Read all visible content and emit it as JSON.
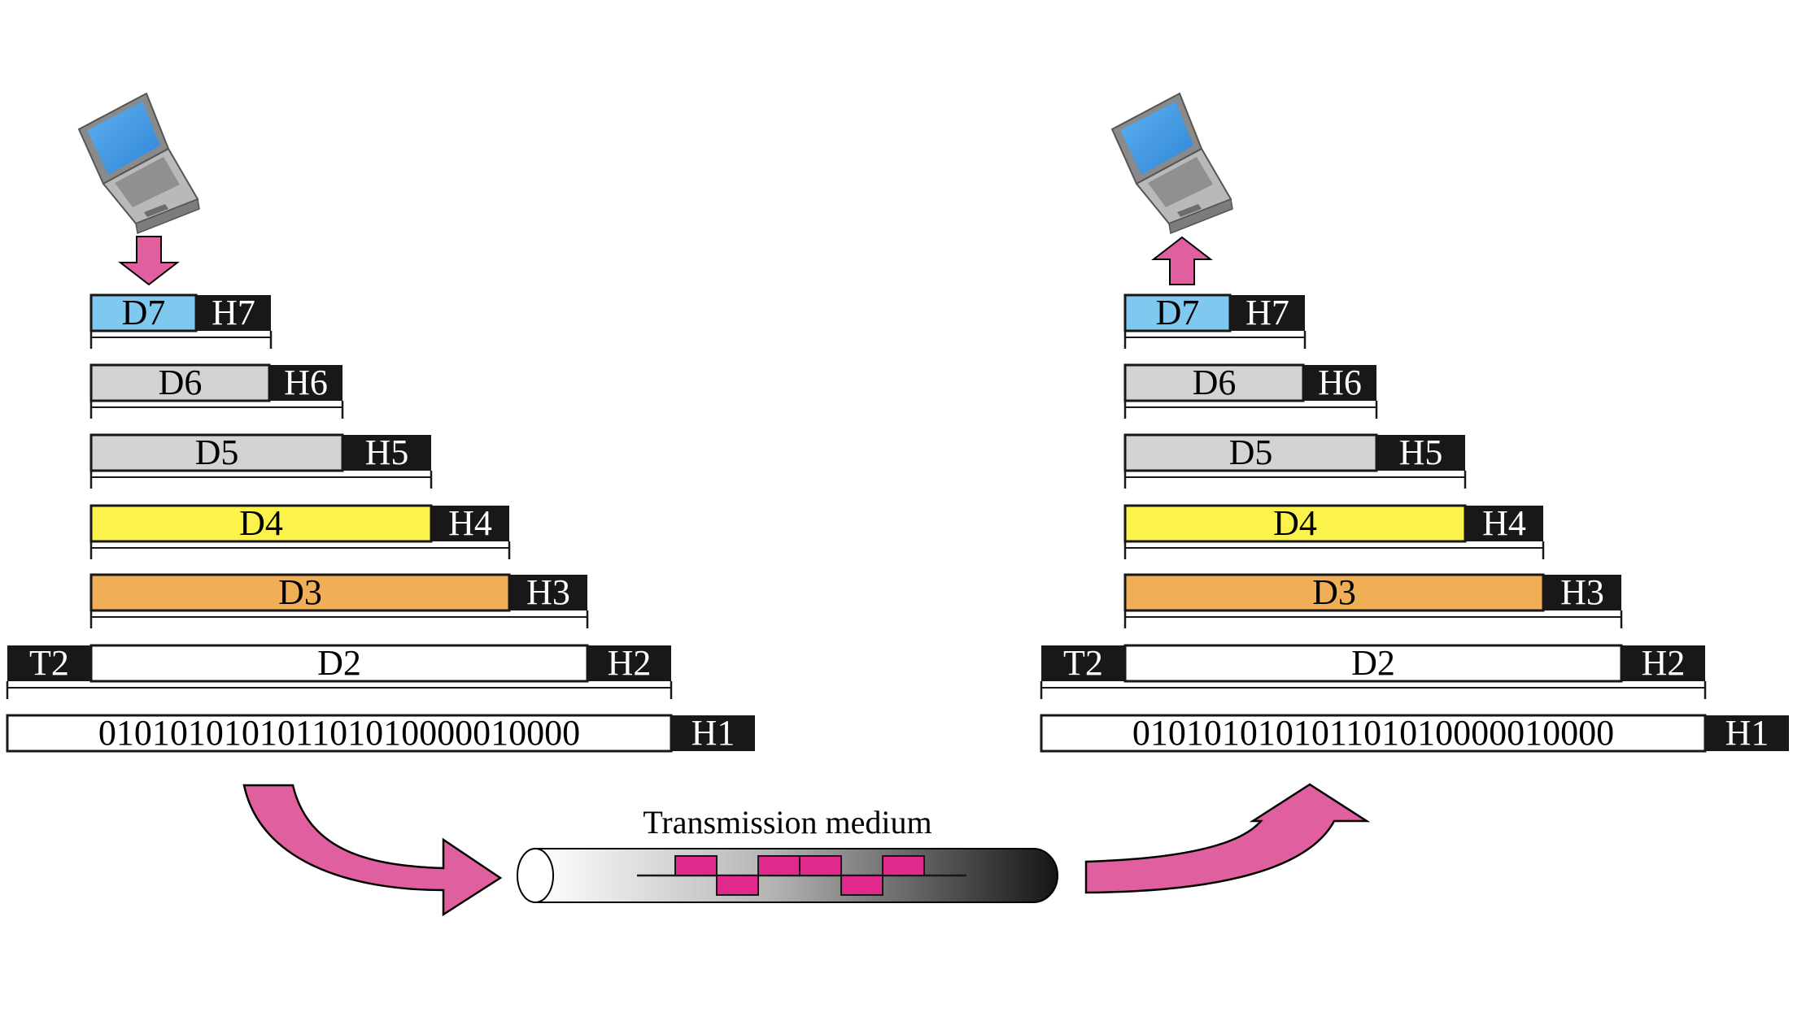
{
  "stacks": [
    {
      "id": "sender",
      "direction": "down",
      "layers": [
        {
          "data": "D7",
          "header": "H7",
          "fill": "#7fc8f0"
        },
        {
          "data": "D6",
          "header": "H6",
          "fill": "#d2d3d5"
        },
        {
          "data": "D5",
          "header": "H5",
          "fill": "#d2d3d5"
        },
        {
          "data": "D4",
          "header": "H4",
          "fill": "#fbf24b"
        },
        {
          "data": "D3",
          "header": "H3",
          "fill": "#f0ae56"
        },
        {
          "data": "D2",
          "header": "H2",
          "trailer": "T2",
          "fill": "#ffffff"
        },
        {
          "data": "010101010101101010000010000",
          "header": "H1",
          "fill": "#ffffff"
        }
      ]
    },
    {
      "id": "receiver",
      "direction": "up",
      "layers": [
        {
          "data": "D7",
          "header": "H7",
          "fill": "#7fc8f0"
        },
        {
          "data": "D6",
          "header": "H6",
          "fill": "#d2d3d5"
        },
        {
          "data": "D5",
          "header": "H5",
          "fill": "#d2d3d5"
        },
        {
          "data": "D4",
          "header": "H4",
          "fill": "#fbf24b"
        },
        {
          "data": "D3",
          "header": "H3",
          "fill": "#f0ae56"
        },
        {
          "data": "D2",
          "header": "H2",
          "trailer": "T2",
          "fill": "#ffffff"
        },
        {
          "data": "010101010101101010000010000",
          "header": "H1",
          "fill": "#ffffff"
        }
      ]
    }
  ],
  "medium": {
    "label": "Transmission medium"
  },
  "colors": {
    "header_fill": "#1a1718",
    "arrow_fill": "#e0609f",
    "signal_fill": "#e0298a"
  },
  "icons": {
    "computer": "laptop-icon"
  }
}
